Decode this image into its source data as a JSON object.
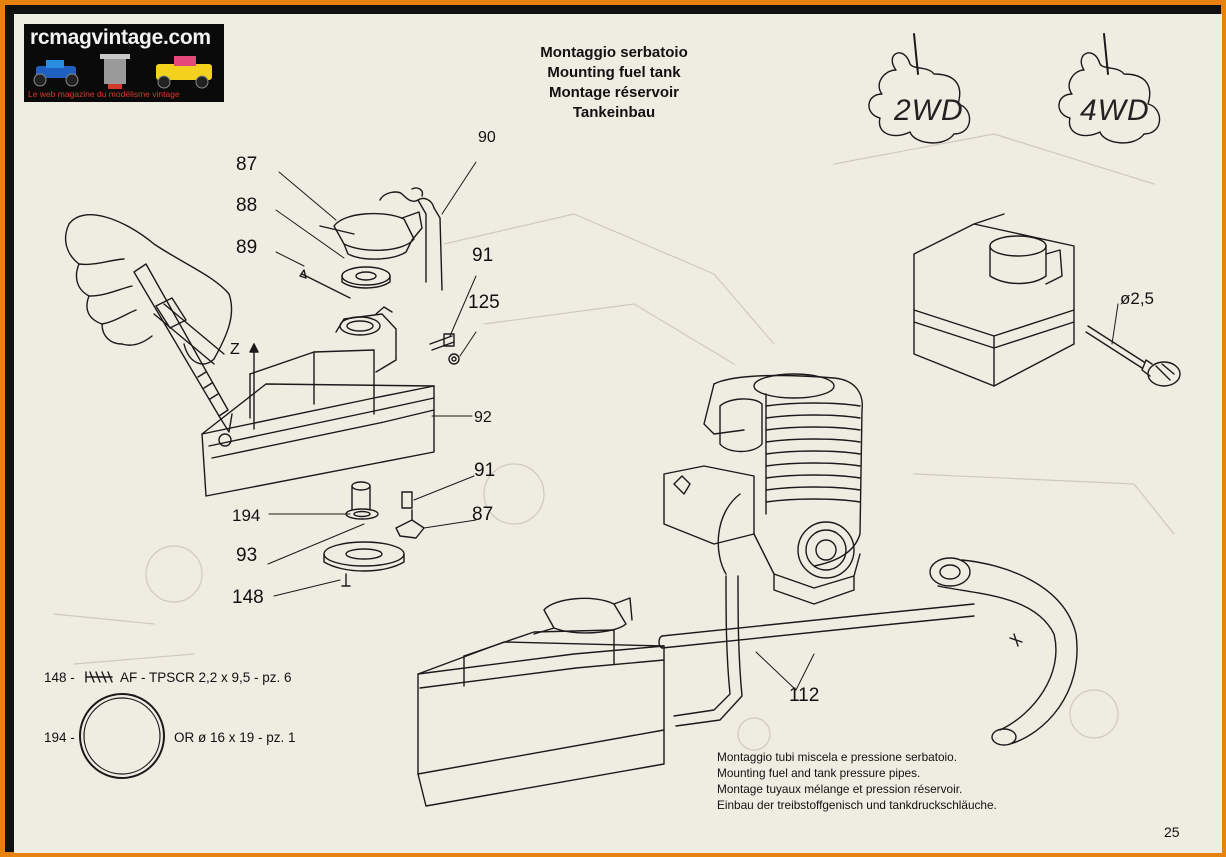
{
  "logo": {
    "title": "rcmagvintage.com",
    "tagline": "Le web magazine du modélisme vintage"
  },
  "header": {
    "lines": [
      "Montaggio serbatoio",
      "Mounting fuel tank",
      "Montage réservoir",
      "Tankeinbau"
    ]
  },
  "drive_badges": [
    "2WD",
    "4WD"
  ],
  "part_labels": {
    "p87_top": "87",
    "p88": "88",
    "p89": "89",
    "p90": "90",
    "p91_top": "91",
    "p125": "125",
    "z": "Z",
    "p92": "92",
    "p91_mid": "91",
    "p194": "194",
    "p87_mid": "87",
    "p93": "93",
    "p148": "148",
    "p112": "112",
    "diameter": "ø2,5"
  },
  "notes": {
    "screw_ref": "148 -",
    "screw_desc": "AF - TPSCR 2,2 x 9,5 - pz. 6",
    "oring_ref": "194 -",
    "oring_desc": "OR ø 16 x 19 - pz. 1"
  },
  "caption": {
    "lines": [
      "Montaggio tubi miscela e pressione serbatoio.",
      "Mounting fuel and tank pressure pipes.",
      "Montage tuyaux mélange et pression réservoir.",
      "Einbau der treibstoffgenisch und tankdruckschläuche."
    ]
  },
  "page_number": "25",
  "colors": {
    "border": "#e8820f",
    "paper": "#efece2",
    "ink": "#111111",
    "logo_bg": "#0a0a0a",
    "logo_accent": "#d83a2a"
  }
}
